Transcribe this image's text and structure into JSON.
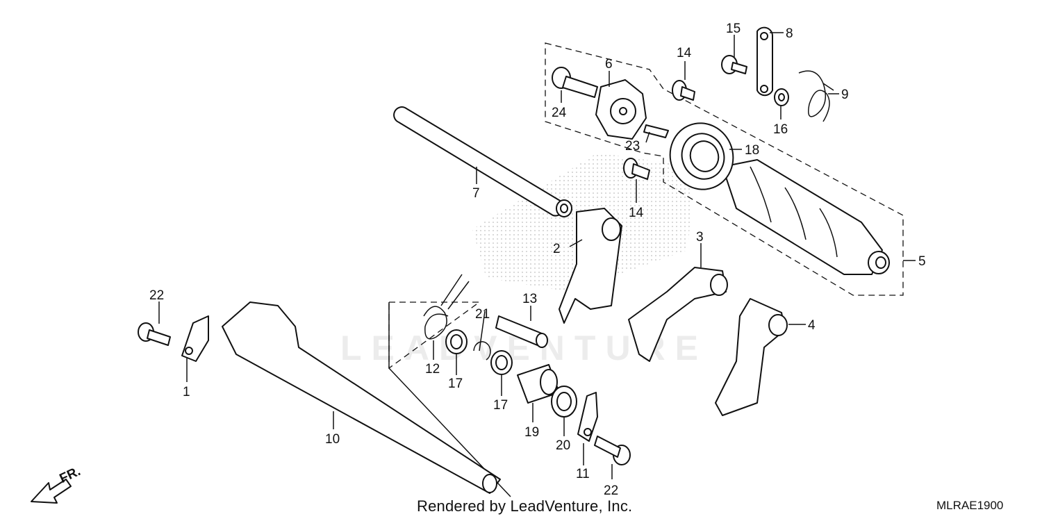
{
  "footer": {
    "credit": "Rendered by LeadVenture, Inc.",
    "diagram_code": "MLRAE1900"
  },
  "watermark": "LEADVENTURE",
  "direction": {
    "label": "FR."
  },
  "callouts": {
    "c1": "1",
    "c2": "2",
    "c3": "3",
    "c4": "4",
    "c5": "5",
    "c6": "6",
    "c7": "7",
    "c8": "8",
    "c9": "9",
    "c10": "10",
    "c11": "11",
    "c12": "12",
    "c13": "13",
    "c14a": "14",
    "c14b": "14",
    "c15": "15",
    "c16": "16",
    "c17a": "17",
    "c17b": "17",
    "c18": "18",
    "c19": "19",
    "c20": "20",
    "c21": "21",
    "c22a": "22",
    "c22b": "22",
    "c23": "23",
    "c24": "24"
  }
}
